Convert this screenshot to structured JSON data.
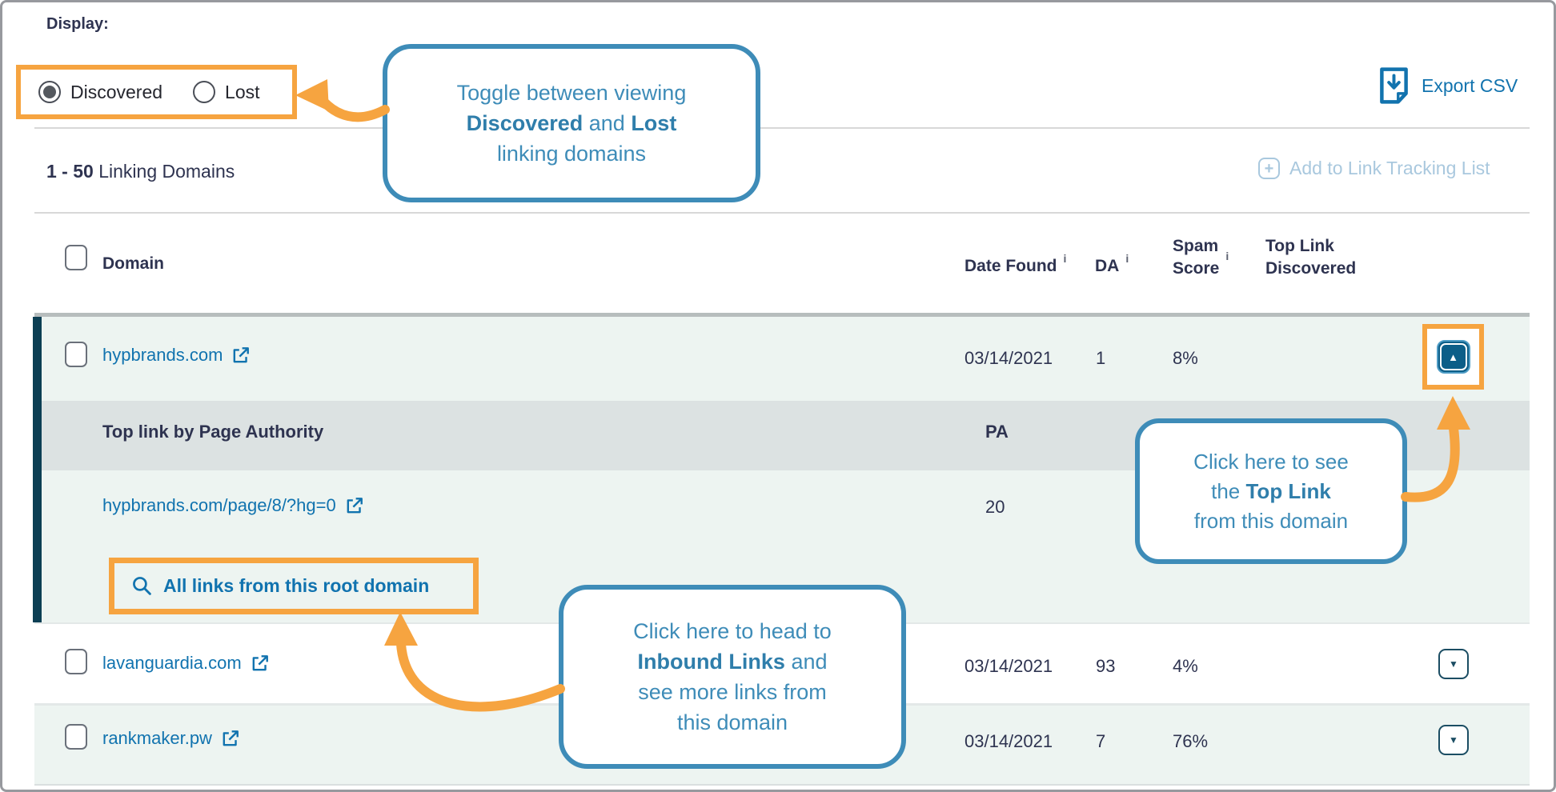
{
  "header": {
    "display_label": "Display:",
    "radio_discovered": "Discovered",
    "radio_discovered_selected": "true",
    "radio_lost": "Lost",
    "radio_lost_selected": "false",
    "export_csv": "Export CSV"
  },
  "subheader": {
    "range": "1 - 50",
    "range_label": " Linking Domains",
    "add_to_list": "Add to Link Tracking List",
    "plus_glyph": "+"
  },
  "table": {
    "col_domain": "Domain",
    "col_date": "Date Found",
    "col_da": "DA",
    "col_spam_line1": "Spam",
    "col_spam_line2": "Score",
    "col_toplink_line1": "Top Link",
    "col_toplink_line2": "Discovered",
    "info_glyph": "i",
    "toggle_up_glyph": "▲",
    "toggle_down_glyph": "▼",
    "rows": [
      {
        "domain": "hypbrands.com",
        "date": "03/14/2021",
        "da": "1",
        "spam": "8%"
      },
      {
        "domain": "lavanguardia.com",
        "date": "03/14/2021",
        "da": "93",
        "spam": "4%"
      },
      {
        "domain": "rankmaker.pw",
        "date": "03/14/2021",
        "da": "7",
        "spam": "76%"
      }
    ],
    "expanded": {
      "header": "Top link by Page Authority",
      "pa_label": "PA",
      "url": "hypbrands.com/page/8/?hg=0",
      "pa_value": "20",
      "all_links": "All links from this root domain"
    }
  },
  "callouts": {
    "toggle": [
      [
        {
          "t": "Toggle between viewing"
        }
      ],
      [
        {
          "t": "Discovered",
          "b": true
        },
        {
          "t": " and "
        },
        {
          "t": "Lost",
          "b": true
        }
      ],
      [
        {
          "t": "linking domains"
        }
      ]
    ],
    "inbound": [
      [
        {
          "t": "Click here to head to"
        }
      ],
      [
        {
          "t": "Inbound Links",
          "b": true
        },
        {
          "t": " and"
        }
      ],
      [
        {
          "t": "see more links from"
        }
      ],
      [
        {
          "t": "this domain"
        }
      ]
    ],
    "top_link": [
      [
        {
          "t": "Click here to see"
        }
      ],
      [
        {
          "t": "the "
        },
        {
          "t": "Top Link",
          "b": true
        }
      ],
      [
        {
          "t": "from this domain"
        }
      ]
    ]
  },
  "colors": {
    "accent_orange": "#F6A440",
    "callout_blue": "#3E8CB8",
    "link_blue": "#1173AF",
    "navy_text": "#2E3350",
    "disabled_blue": "#A9C8DE",
    "row_mint": "#EDF4F1",
    "band_gray": "#DCE2E2",
    "leftbar_teal": "#0C3F54",
    "toggle_dark": "#0C5E88"
  }
}
